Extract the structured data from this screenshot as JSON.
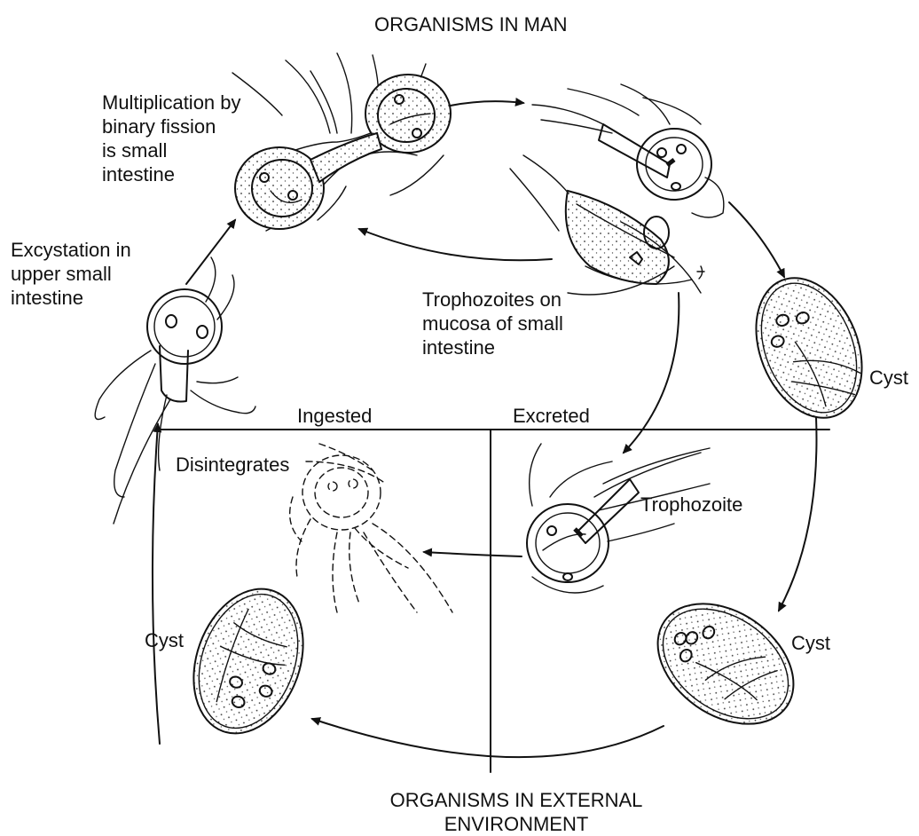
{
  "labels": {
    "organisms_in_man": "ORGANISMS IN MAN",
    "multiplication": [
      "Multiplication by",
      "binary fission",
      "is small",
      "intestine"
    ],
    "excystation": [
      "Excystation in",
      "upper small",
      "intestine"
    ],
    "trophozoites_mucosa": [
      "Trophozoites on",
      "mucosa of small",
      "intestine"
    ],
    "cyst_right_upper": "Cyst",
    "ingested": "Ingested",
    "excreted": "Excreted",
    "disintegrates": "Disintegrates",
    "trophozoite": "Trophozoite",
    "cyst_left": "Cyst",
    "cyst_right_lower": "Cyst",
    "organisms_external": [
      "ORGANISMS IN EXTERNAL",
      "ENVIRONMENT"
    ]
  }
}
